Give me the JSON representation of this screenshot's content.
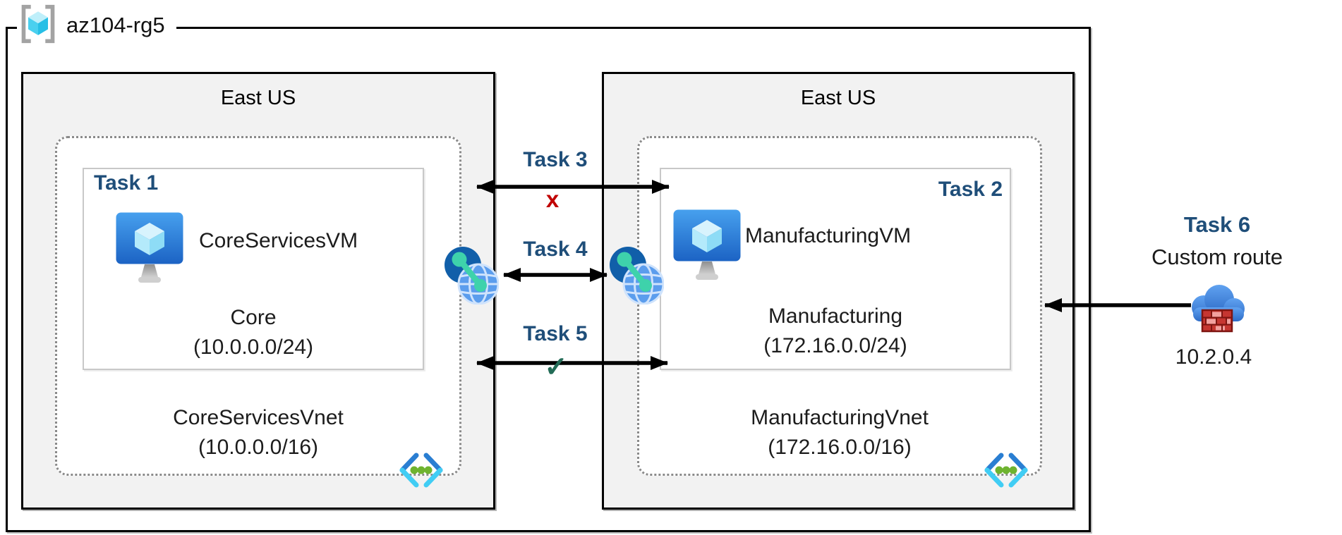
{
  "resource_group": {
    "name": "az104-rg5"
  },
  "left": {
    "region_label": "East US",
    "task_label": "Task 1",
    "vm_name": "CoreServicesVM",
    "subnet_name": "Core",
    "subnet_cidr": "(10.0.0.0/24)",
    "vnet_name": "CoreServicesVnet",
    "vnet_cidr": "(10.0.0.0/16)"
  },
  "right": {
    "region_label": "East US",
    "task_label": "Task 2",
    "vm_name": "ManufacturingVM",
    "subnet_name": "Manufacturing",
    "subnet_cidr": "(172.16.0.0/24)",
    "vnet_name": "ManufacturingVnet",
    "vnet_cidr": "(172.16.0.0/16)"
  },
  "connections": {
    "task3_label": "Task 3",
    "task3_status": "x",
    "task4_label": "Task 4",
    "task5_label": "Task 5",
    "task5_status": "✓",
    "task6_label": "Task 6",
    "task6_sublabel": "Custom route",
    "task6_ip": "10.2.0.4"
  },
  "colors": {
    "task_label": "#1f4e79",
    "blocked_x": "#c00000",
    "allowed_check": "#236c57",
    "region_fill": "#f2f2f2",
    "box_border": "#000000",
    "subnet_border": "#c8c8c8",
    "vnet_dotted_border": "#8a8a8a",
    "vm_blue": "#2f7fd6",
    "peer_teal": "#3ed2ab",
    "vnet_dot_green": "#6eb32f",
    "firewall_red": "#c63631"
  }
}
